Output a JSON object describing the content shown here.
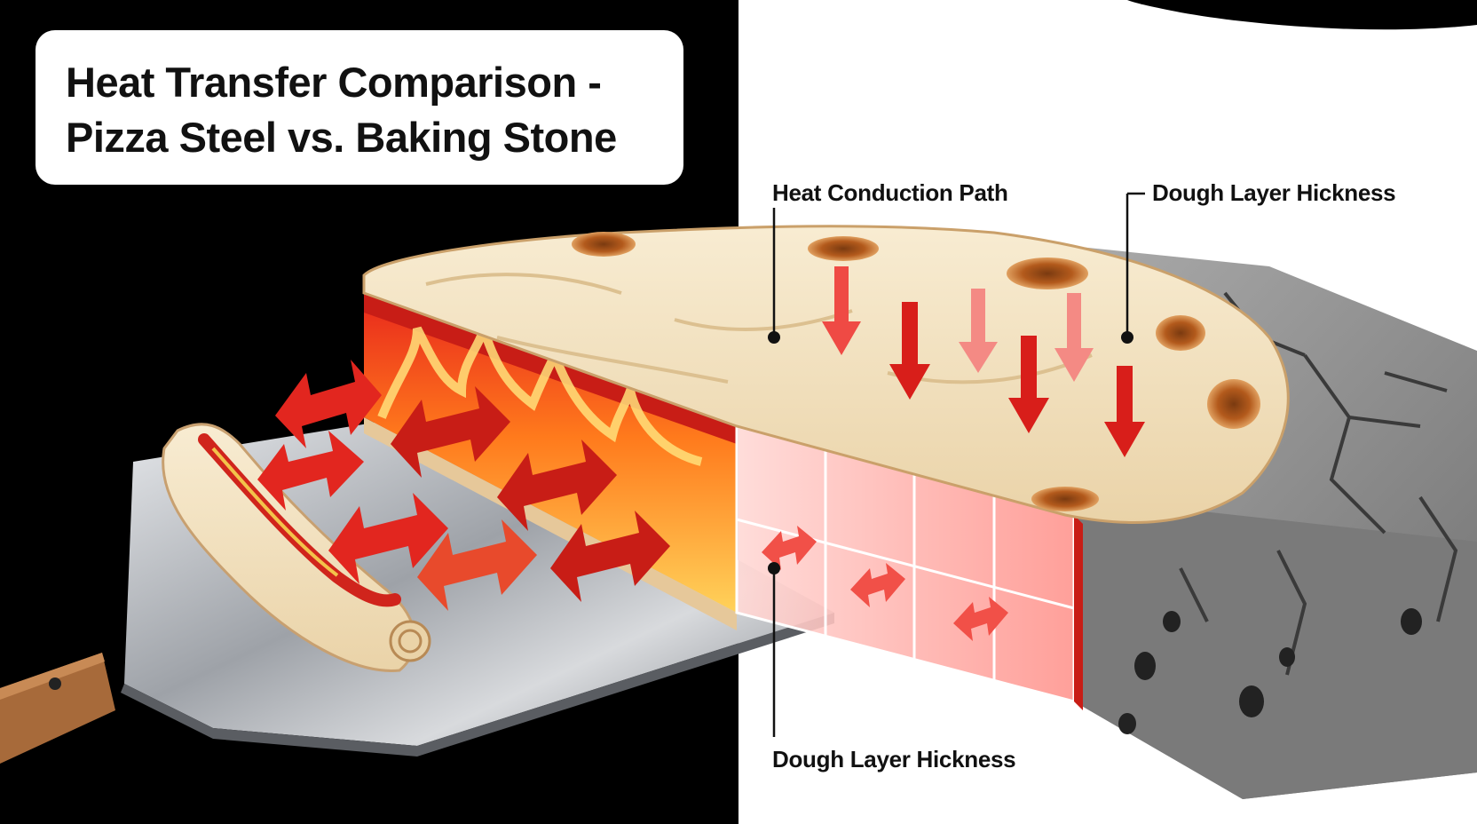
{
  "title": {
    "line1": "Heat Transfer Comparison -",
    "line2": "Pizza Steel vs. Baking Stone"
  },
  "labels": {
    "heat_conduction_path": "Heat Conduction Path",
    "dough_layer_top": "Dough Layer Hickness",
    "dough_layer_bottom": "Dough Layer Hickness"
  },
  "colors": {
    "left_background": "#000000",
    "right_background": "#ffffff",
    "arrow_red": "#e02a22",
    "arrow_light": "#f47c74",
    "dough": "#f3e2c2",
    "stone": "#9a9a9a",
    "steel": "#b9bcc0",
    "flame": "#ffb22e"
  }
}
